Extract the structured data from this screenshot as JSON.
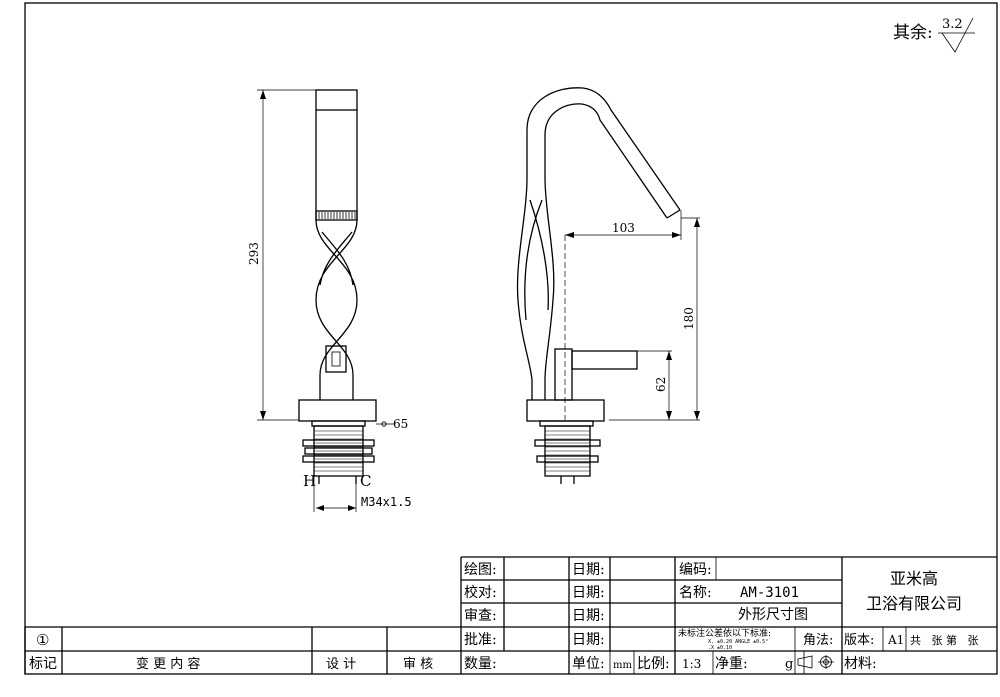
{
  "roughness": {
    "label": "其余:",
    "value": "3.2"
  },
  "dimensions": {
    "height_total": "293",
    "base_width": "65",
    "thread": "M34x1.5",
    "spout_reach": "103",
    "spout_height": "180",
    "handle_height": "62"
  },
  "ports": {
    "hot": "H",
    "cold": "C"
  },
  "title_block": {
    "draw_label": "绘图:",
    "check_label": "校对:",
    "review_label": "审查:",
    "approve_label": "批准:",
    "quantity_label": "数量:",
    "date_label": "日期:",
    "code_label": "编码:",
    "name_label": "名称:",
    "model": "AM-3101",
    "drawing_title": "外形尺寸图",
    "company_line1": "亚米高",
    "company_line2": "卫浴有限公司",
    "tolerance_heading": "未标注公差依以下标准:",
    "tolerance_row1": "X.    ±0.20   ANGLE  ±0.5°",
    "tolerance_row2": ".X    ±0.10",
    "angle_method_label": "角法:",
    "version_label": "版本:",
    "version_value": "A1",
    "sheets_text": "共   张 第   张",
    "unit_label": "单位:",
    "unit_value": "mm",
    "scale_label": "比例:",
    "scale_value": "1:3",
    "weight_label": "净重:",
    "weight_unit": "g",
    "material_label": "材料:"
  },
  "revision": {
    "number": "①",
    "mark_label": "标记",
    "content_label": "变 更 内 容",
    "design_label": "设 计",
    "audit_label": "审 核"
  }
}
